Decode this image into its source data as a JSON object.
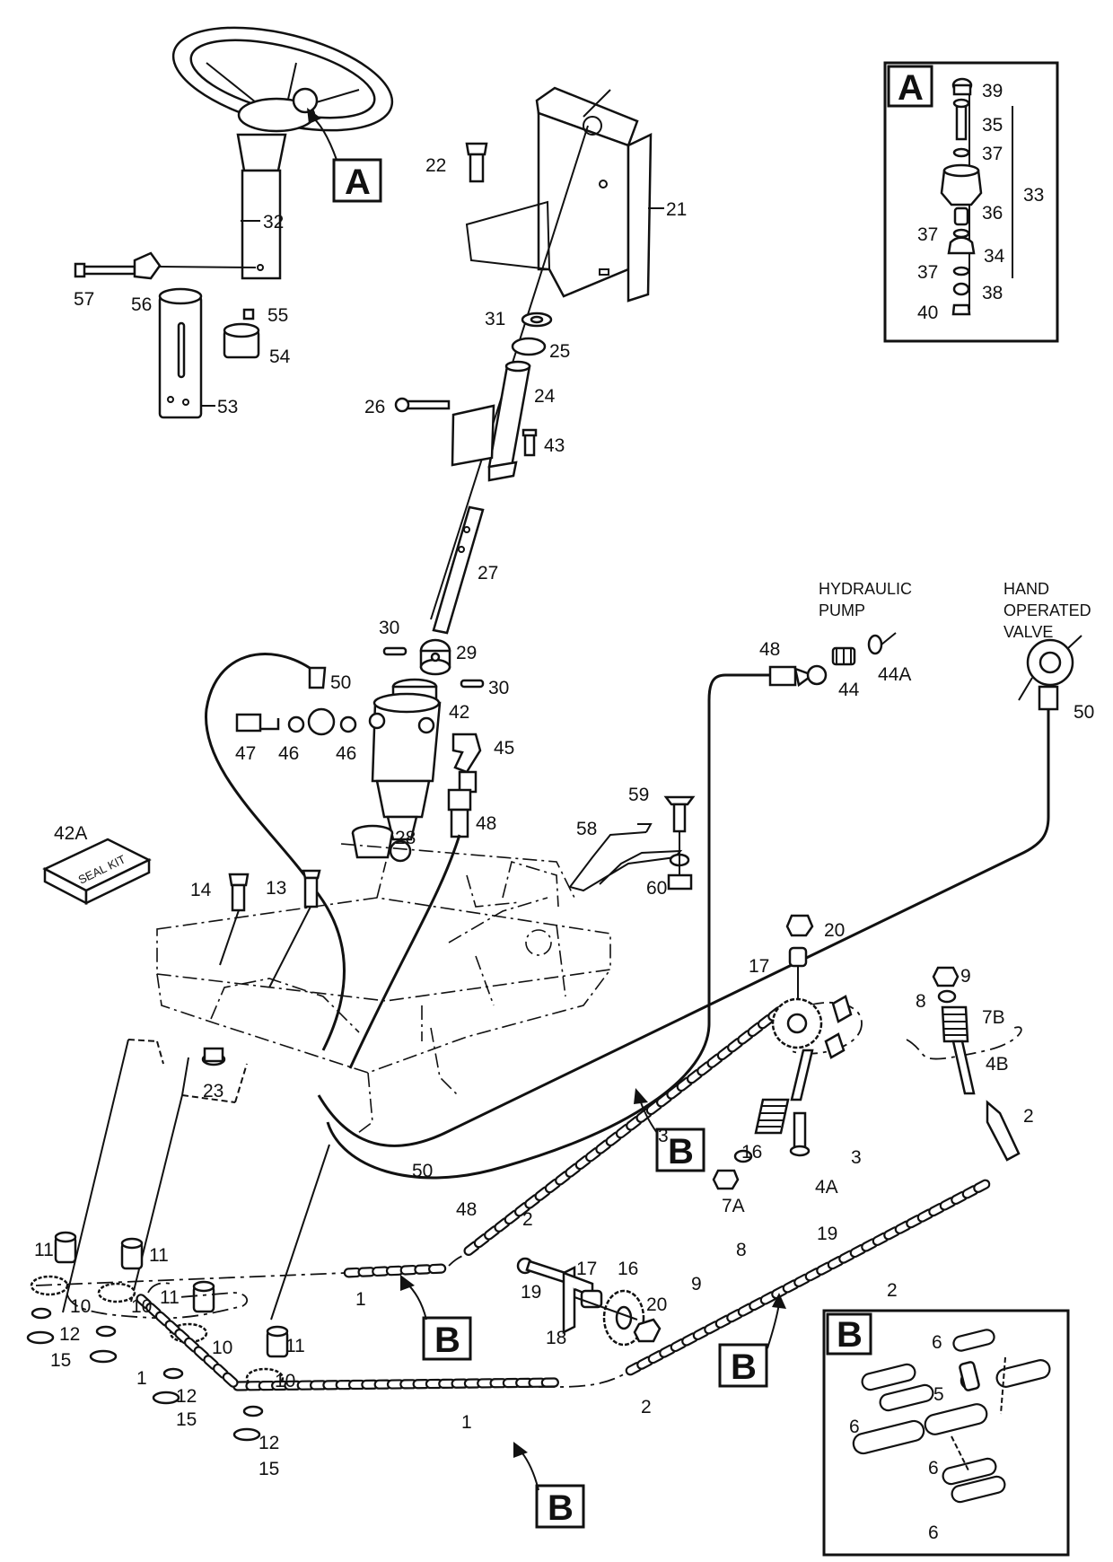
{
  "callouts": {
    "a": "A",
    "b": "B"
  },
  "notes": {
    "hydraulic_pump": [
      "HYDRAULIC",
      "PUMP"
    ],
    "hand_valve": [
      "HAND",
      "OPERATED",
      "VALVE"
    ],
    "seal_kit": "SEAL KIT"
  },
  "parts": {
    "p1": "1",
    "p2": "2",
    "p3": "3",
    "p4a": "4A",
    "p4b": "4B",
    "p5": "5",
    "p6": "6",
    "p7a": "7A",
    "p7b": "7B",
    "p8": "8",
    "p9": "9",
    "p10": "10",
    "p11": "11",
    "p12": "12",
    "p13": "13",
    "p14": "14",
    "p15": "15",
    "p16": "16",
    "p17": "17",
    "p18": "18",
    "p19": "19",
    "p20": "20",
    "p21": "21",
    "p22": "22",
    "p23": "23",
    "p24": "24",
    "p25": "25",
    "p26": "26",
    "p27": "27",
    "p28": "28",
    "p29": "29",
    "p30": "30",
    "p31": "31",
    "p32": "32",
    "p33": "33",
    "p34": "34",
    "p35": "35",
    "p36": "36",
    "p37": "37",
    "p38": "38",
    "p39": "39",
    "p40": "40",
    "p42": "42",
    "p42a": "42A",
    "p43": "43",
    "p44": "44",
    "p44a": "44A",
    "p45": "45",
    "p46": "46",
    "p47": "47",
    "p48": "48",
    "p50": "50",
    "p53": "53",
    "p54": "54",
    "p55": "55",
    "p56": "56",
    "p57": "57",
    "p58": "58",
    "p59": "59",
    "p60": "60"
  }
}
